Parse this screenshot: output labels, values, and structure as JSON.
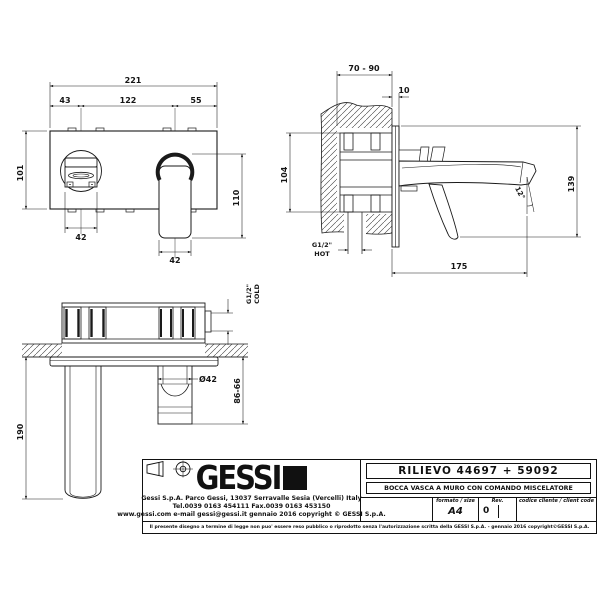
{
  "page": {
    "background": "#ffffff",
    "line_color": "#1a1a1a"
  },
  "front_view": {
    "dims": {
      "total_width": "221",
      "spout_offset": "43",
      "center_span": "122",
      "handle_offset": "55",
      "plate_height": "101",
      "handle_height": "110",
      "spout_width": "42",
      "handle_width": "42"
    }
  },
  "side_view": {
    "dims": {
      "recess_depth": "70 - 90",
      "plate_depth": "10",
      "body_height": "104",
      "overall_height": "139",
      "spout_reach": "175",
      "spout_angle": "12°"
    },
    "hot_inlet": {
      "size": "G1/2\"",
      "label": "HOT"
    }
  },
  "top_view": {
    "dims": {
      "handle_length": "190",
      "spout_diameter": "Ø42",
      "reach_range": "86-66"
    },
    "cold_inlet": {
      "size": "G1/2\"",
      "label": "COLD"
    }
  },
  "title_block": {
    "logo": "GESSI",
    "address_line1": "Gessi S.p.A. Parco Gessi, 13037 Serravalle Sesia (Vercelli) Italy",
    "address_line2": "Tel.0039 0163 454111 Fax.0039 0163 453150",
    "address_line3": "www.gessi.com e-mail gessi@gessi.it gennaio 2016 copyright © GESSI S.p.A.",
    "drawing_title": "RILIEVO  44697 + 59092",
    "drawing_subtitle": "BOCCA VASCA A MURO CON COMANDO MISCELATORE",
    "format_label": "formato / size",
    "format_value": "A4",
    "revision_label": "Rev.",
    "revision_value": "0",
    "client_code_label": "codice cliente / client code",
    "disclaimer": "Il presente disegno a termine di legge non puo' essere reso pubblico o riprodotto senza l'autorizzazione scritta della GESSI S.p.A. - gennaio 2016 copyright©GESSI S.p.A."
  }
}
